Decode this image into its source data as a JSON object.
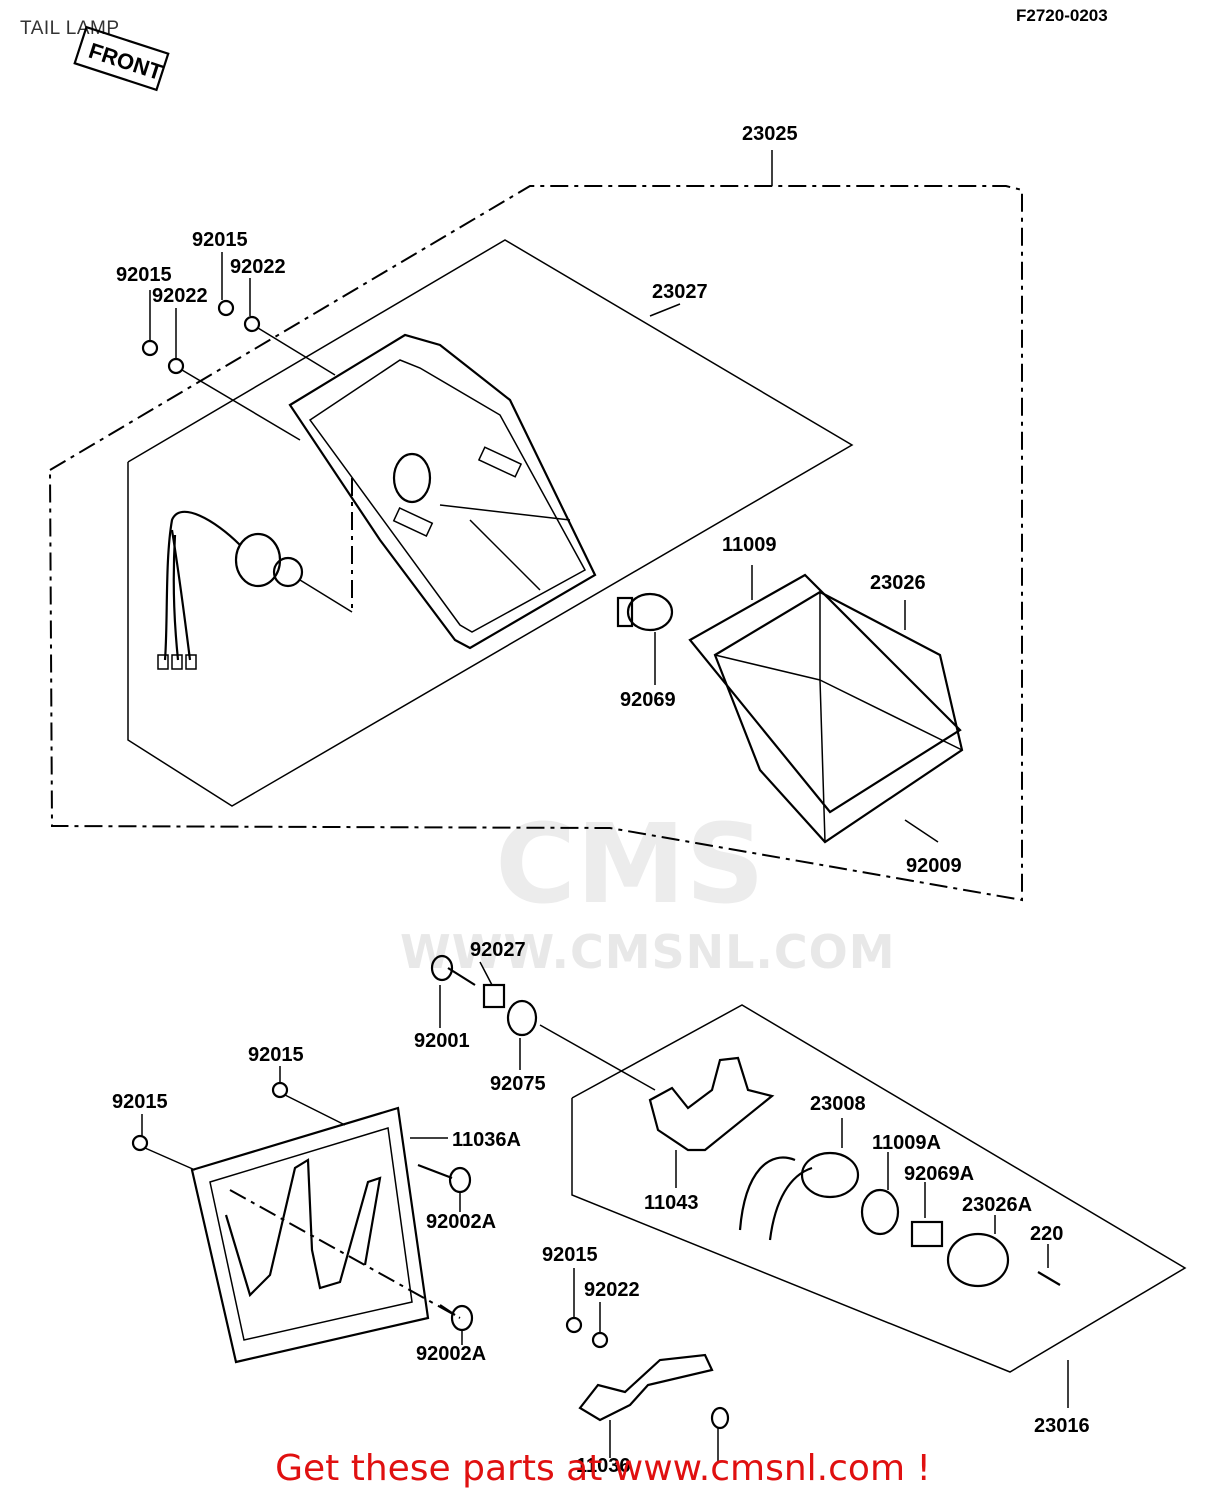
{
  "header": {
    "title": "TAIL LAMP",
    "figure_code": "F2720-0203"
  },
  "watermark": {
    "brand": "CMS",
    "url": "WWW.CMSNL.COM"
  },
  "footer": {
    "cta": "Get these parts at www.cmsnl.com !"
  },
  "diagram": {
    "orientation_tag": "FRONT",
    "callouts": [
      {
        "id": "p23025",
        "label": "23025"
      },
      {
        "id": "p23027",
        "label": "23027"
      },
      {
        "id": "p92015a",
        "label": "92015"
      },
      {
        "id": "p92022a",
        "label": "92022"
      },
      {
        "id": "p92015b",
        "label": "92015"
      },
      {
        "id": "p92022b",
        "label": "92022"
      },
      {
        "id": "p11009",
        "label": "11009"
      },
      {
        "id": "p23026",
        "label": "23026"
      },
      {
        "id": "p92069",
        "label": "92069"
      },
      {
        "id": "p92009",
        "label": "92009"
      },
      {
        "id": "p92027",
        "label": "92027"
      },
      {
        "id": "p92001",
        "label": "92001"
      },
      {
        "id": "p92075",
        "label": "92075"
      },
      {
        "id": "p92015c",
        "label": "92015"
      },
      {
        "id": "p92015d",
        "label": "92015"
      },
      {
        "id": "p11036A",
        "label": "11036A"
      },
      {
        "id": "p92002A1",
        "label": "92002A"
      },
      {
        "id": "p92002A2",
        "label": "92002A"
      },
      {
        "id": "p23008",
        "label": "23008"
      },
      {
        "id": "p11009A",
        "label": "11009A"
      },
      {
        "id": "p92069A",
        "label": "92069A"
      },
      {
        "id": "p23026A",
        "label": "23026A"
      },
      {
        "id": "p220",
        "label": "220"
      },
      {
        "id": "p11043",
        "label": "11043"
      },
      {
        "id": "p92015e",
        "label": "92015"
      },
      {
        "id": "p92022c",
        "label": "92022"
      },
      {
        "id": "p11036",
        "label": "11036"
      },
      {
        "id": "p23016",
        "label": "23016"
      }
    ]
  }
}
